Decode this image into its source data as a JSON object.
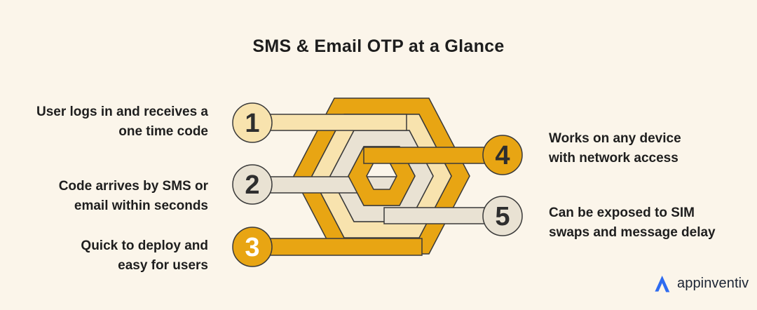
{
  "title": "SMS & Email OTP at a Glance",
  "steps": [
    {
      "number": "1",
      "side": "left",
      "circle_color": "cream-yellow",
      "lines": [
        "User logs in and receives a",
        "one time code"
      ]
    },
    {
      "number": "2",
      "side": "left",
      "circle_color": "beige-gray",
      "lines": [
        "Code arrives by SMS or",
        "email within seconds"
      ]
    },
    {
      "number": "3",
      "side": "left",
      "circle_color": "gold",
      "lines": [
        "Quick to deploy and",
        "easy for users"
      ]
    },
    {
      "number": "4",
      "side": "right",
      "circle_color": "gold",
      "lines": [
        "Works on any device",
        "with network access"
      ]
    },
    {
      "number": "5",
      "side": "right",
      "circle_color": "beige-gray",
      "lines": [
        "Can be exposed to SIM",
        "swaps and message delay"
      ]
    }
  ],
  "logo": {
    "brand": "appinventiv"
  },
  "colors": {
    "background": "#FBF5EA",
    "gold": "#E8A513",
    "cream_yellow": "#F8E3AE",
    "beige_gray": "#E9E2D3",
    "outline": "#3A3A3A",
    "text": "#1E1E1E",
    "number_dark": "#2E2E2E",
    "number_light": "#FFFFFF",
    "logo_blue": "#2E6BF0"
  }
}
